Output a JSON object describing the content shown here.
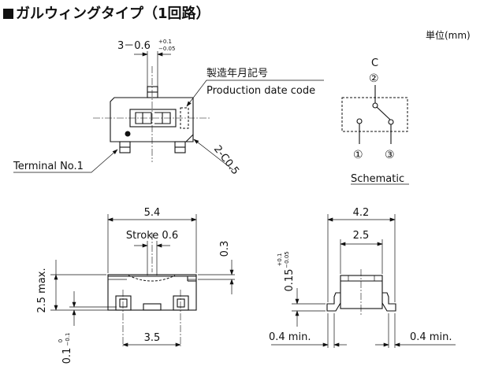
{
  "header": {
    "title": "ガルウィングタイプ（1回路）",
    "unit_label": "単位(mm)"
  },
  "top_view": {
    "terminal_width_main": "3－0.6",
    "terminal_width_tol_plus": "+0.1",
    "terminal_width_tol_minus": "−0.05",
    "date_code_jp": "製造年月記号",
    "date_code_en": "Production date code",
    "terminal_label": "Terminal No.1",
    "chamfer": "2-C0.5"
  },
  "schematic": {
    "caption": "Schematic",
    "common_label": "C",
    "pins": [
      "②",
      "①",
      "③"
    ]
  },
  "front_view": {
    "overall_width": "5.4",
    "stroke": "Stroke 0.6",
    "actuator_height": "0.3",
    "body_height": "2.5 max.",
    "pitch": "3.5",
    "standoff_main": "0.1",
    "standoff_tol_plus": "0",
    "standoff_tol_minus": "−0.1"
  },
  "side_view": {
    "overall_width": "4.2",
    "body_width": "2.5",
    "lead_thickness_main": "0.15",
    "lead_thickness_tol_plus": "+0.1",
    "lead_thickness_tol_minus": "−0.05",
    "left_lead": "0.4 min.",
    "right_lead": "0.4 min."
  }
}
